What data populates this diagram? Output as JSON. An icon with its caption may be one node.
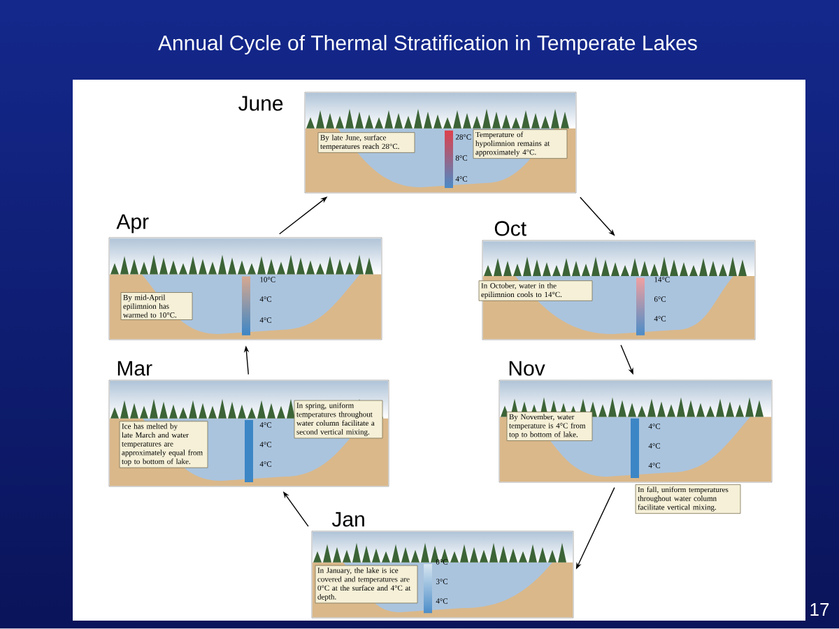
{
  "diagram": {
    "title": "Annual Cycle of Thermal Stratification in Temperate Lakes",
    "nodes": [
      {
        "text": [
          "June"
        ]
      },
      {
        "text": [
          "By late June, surface temperatures reach 28°C."
        ],
        "in": 0
      },
      {
        "text": [
          "Temperature of hypolimnion remains at approximately 4°C."
        ],
        "in": 0
      },
      {
        "text": [
          "Apr"
        ]
      },
      {
        "text": [
          "By mid-April epilimnion has warmed to 10°C."
        ],
        "in": 3
      },
      {
        "text": [
          "Oct"
        ]
      },
      {
        "text": [
          "In October, water in the epilimnion cools to 14°C."
        ],
        "in": 5
      },
      {
        "text": [
          "Mar"
        ]
      },
      {
        "text": [
          "Ice has melted by late March and water temperatures are approximately equal from top to bottom of lake."
        ],
        "in": 7
      },
      {
        "text": [
          "In spring, uniform temperatures throughout water column facilitate a second vertical mixing."
        ],
        "in": 7
      },
      {
        "text": [
          "Nov"
        ]
      },
      {
        "text": [
          "By November, water temperature is 4°C from top to bottom of lake."
        ],
        "in": 10
      },
      {
        "text": [
          "In fall, uniform temperatures throughout water column facilitate vertical mixing."
        ]
      },
      {
        "text": [
          "Jan"
        ]
      },
      {
        "text": [
          "In January, the lake is ice covered and temperatures are 0°C at the surface and 4°C at depth."
        ],
        "in": 13
      }
    ],
    "edges": [
      {
        "from": 7,
        "to": 3,
        "arrow": "to"
      },
      {
        "from": 3,
        "to": 0,
        "arrow": "to"
      },
      {
        "from": 0,
        "to": 5,
        "arrow": "to"
      },
      {
        "from": 5,
        "to": 10,
        "arrow": "to"
      },
      {
        "from": 10,
        "to": 13,
        "arrow": "to"
      },
      {
        "from": 13,
        "to": 7,
        "arrow": "to"
      }
    ],
    "labels": [
      "28°C",
      "8°C",
      "4°C",
      "10°C",
      "4°C",
      "4°C",
      "14°C",
      "6°C",
      "4°C",
      "4°C",
      "4°C",
      "4°C",
      "4°C",
      "4°C",
      "4°C",
      "0°C",
      "3°C",
      "4°C",
      "17"
    ]
  }
}
